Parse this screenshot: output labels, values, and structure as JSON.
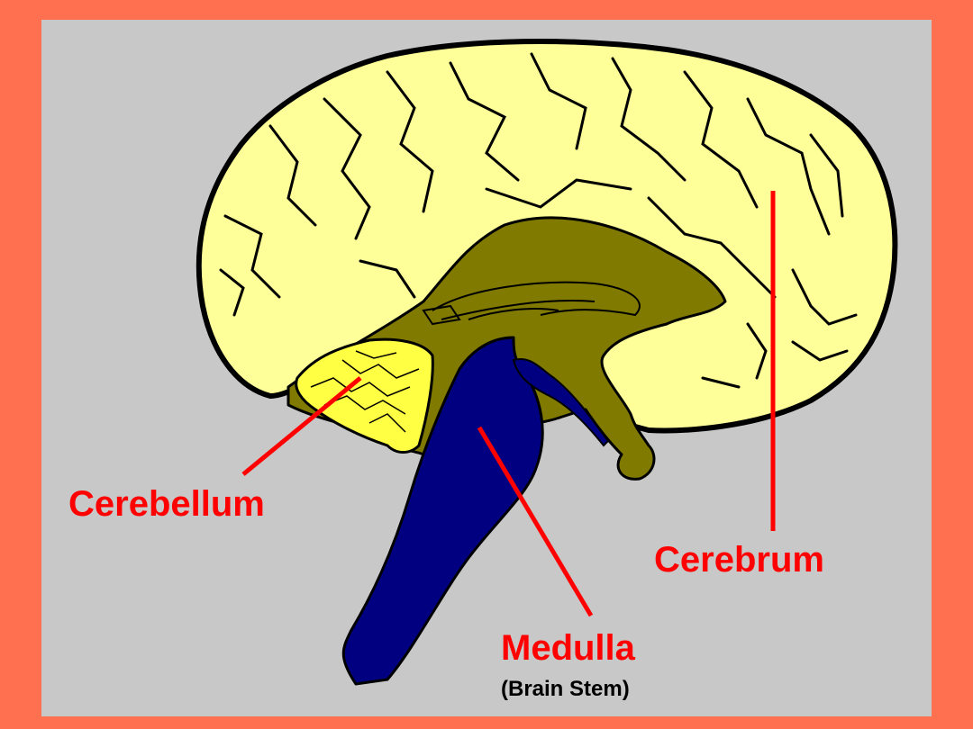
{
  "colors": {
    "background": "#ff7050",
    "panel": "#c8c8c8",
    "cerebrum": "#ffff99",
    "cerebellum": "#ffff44",
    "brain_core": "#807a00",
    "brain_stem": "#000080",
    "outline": "#000000",
    "label_red": "#ff0000",
    "sub_label": "#000000"
  },
  "labels": {
    "cerebellum": "Cerebellum",
    "cerebrum": "Cerebrum",
    "medulla": "Medulla",
    "medulla_sub": "(Brain Stem)"
  }
}
